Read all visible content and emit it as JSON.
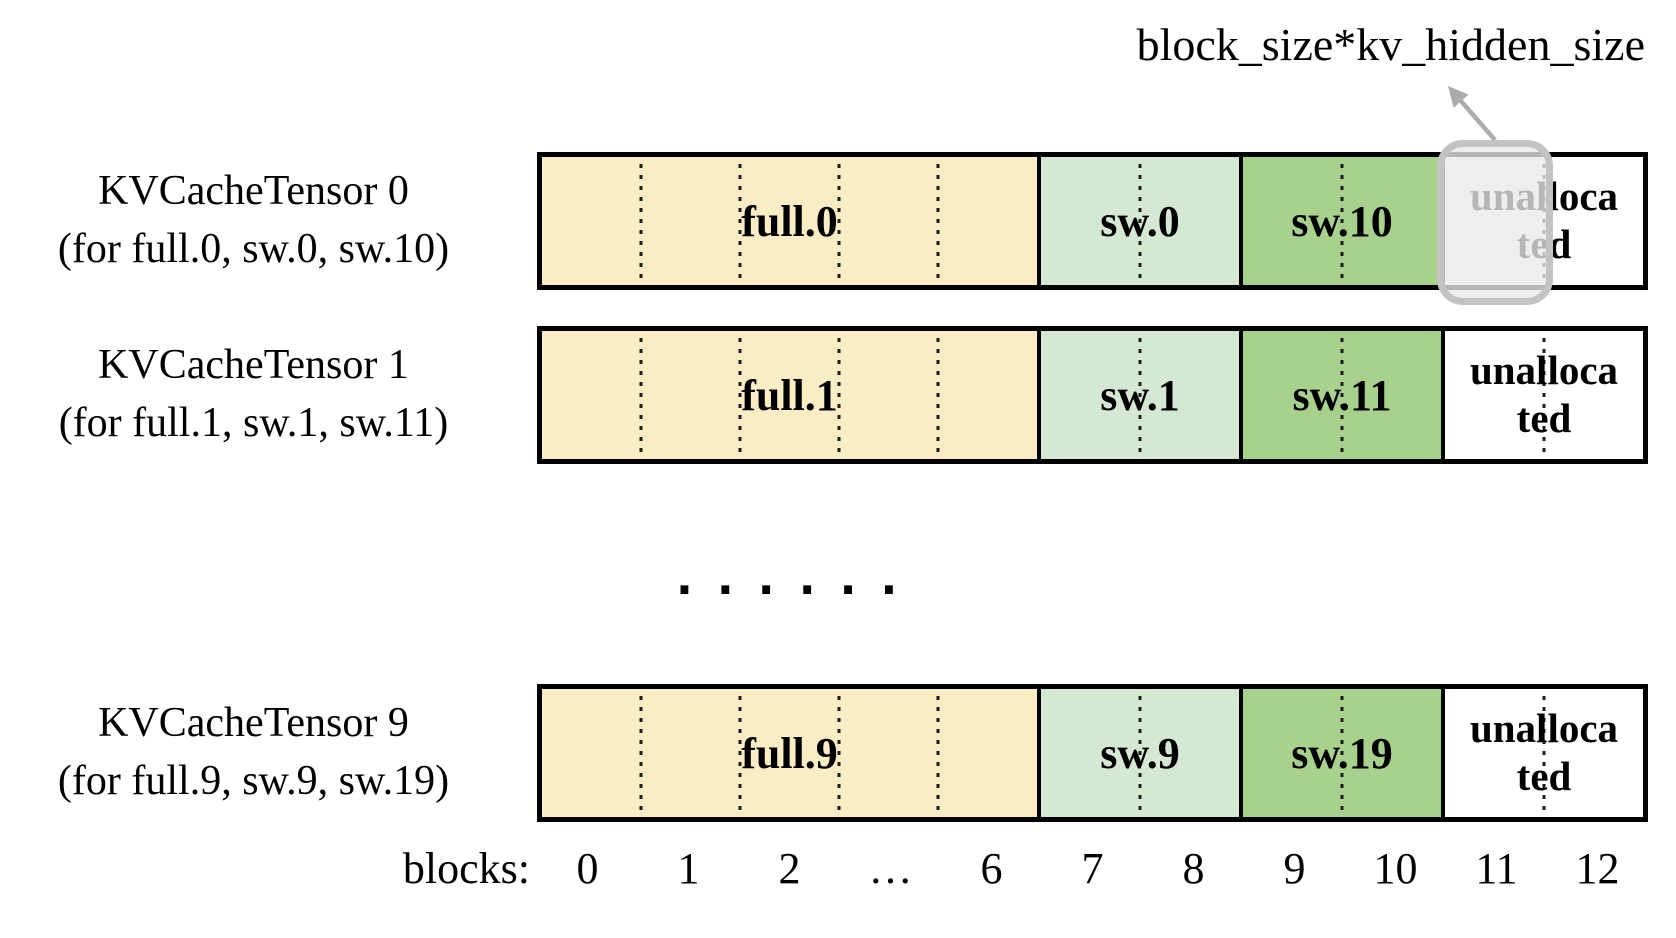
{
  "annotation": {
    "label": "block_size*kv_hidden_size"
  },
  "rows": [
    {
      "title": "KVCacheTensor 0",
      "subtitle": "(for full.0, sw.0, sw.10)",
      "full_label": "full.0",
      "sw_label": "sw.0",
      "sw2_label": "sw.10",
      "unallocated_line1": "unalloca",
      "unallocated_line2": "ted"
    },
    {
      "title": "KVCacheTensor 1",
      "subtitle": "(for full.1, sw.1, sw.11)",
      "full_label": "full.1",
      "sw_label": "sw.1",
      "sw2_label": "sw.11",
      "unallocated_line1": "unalloca",
      "unallocated_line2": "ted"
    },
    {
      "title": "KVCacheTensor 9",
      "subtitle": "(for full.9, sw.9, sw.19)",
      "full_label": "full.9",
      "sw_label": "sw.9",
      "sw2_label": "sw.19",
      "unallocated_line1": "unalloca",
      "unallocated_line2": "ted"
    }
  ],
  "gap_ellipsis": "......",
  "axis": {
    "label": "blocks:",
    "ticks": [
      "0",
      "1",
      "2",
      "…",
      "6",
      "7",
      "8",
      "9",
      "10",
      "11",
      "12"
    ]
  },
  "colors": {
    "full_fill": "#faedc4",
    "sw_fill": "#d5e8d4",
    "sw2_fill": "#a9d18e",
    "unallocated_fill": "#ffffff",
    "overlay_fill": "rgba(233,233,233,0.78)",
    "overlay_border": "#c3c3c3",
    "arrow_color": "#acacac",
    "border": "#000000"
  }
}
